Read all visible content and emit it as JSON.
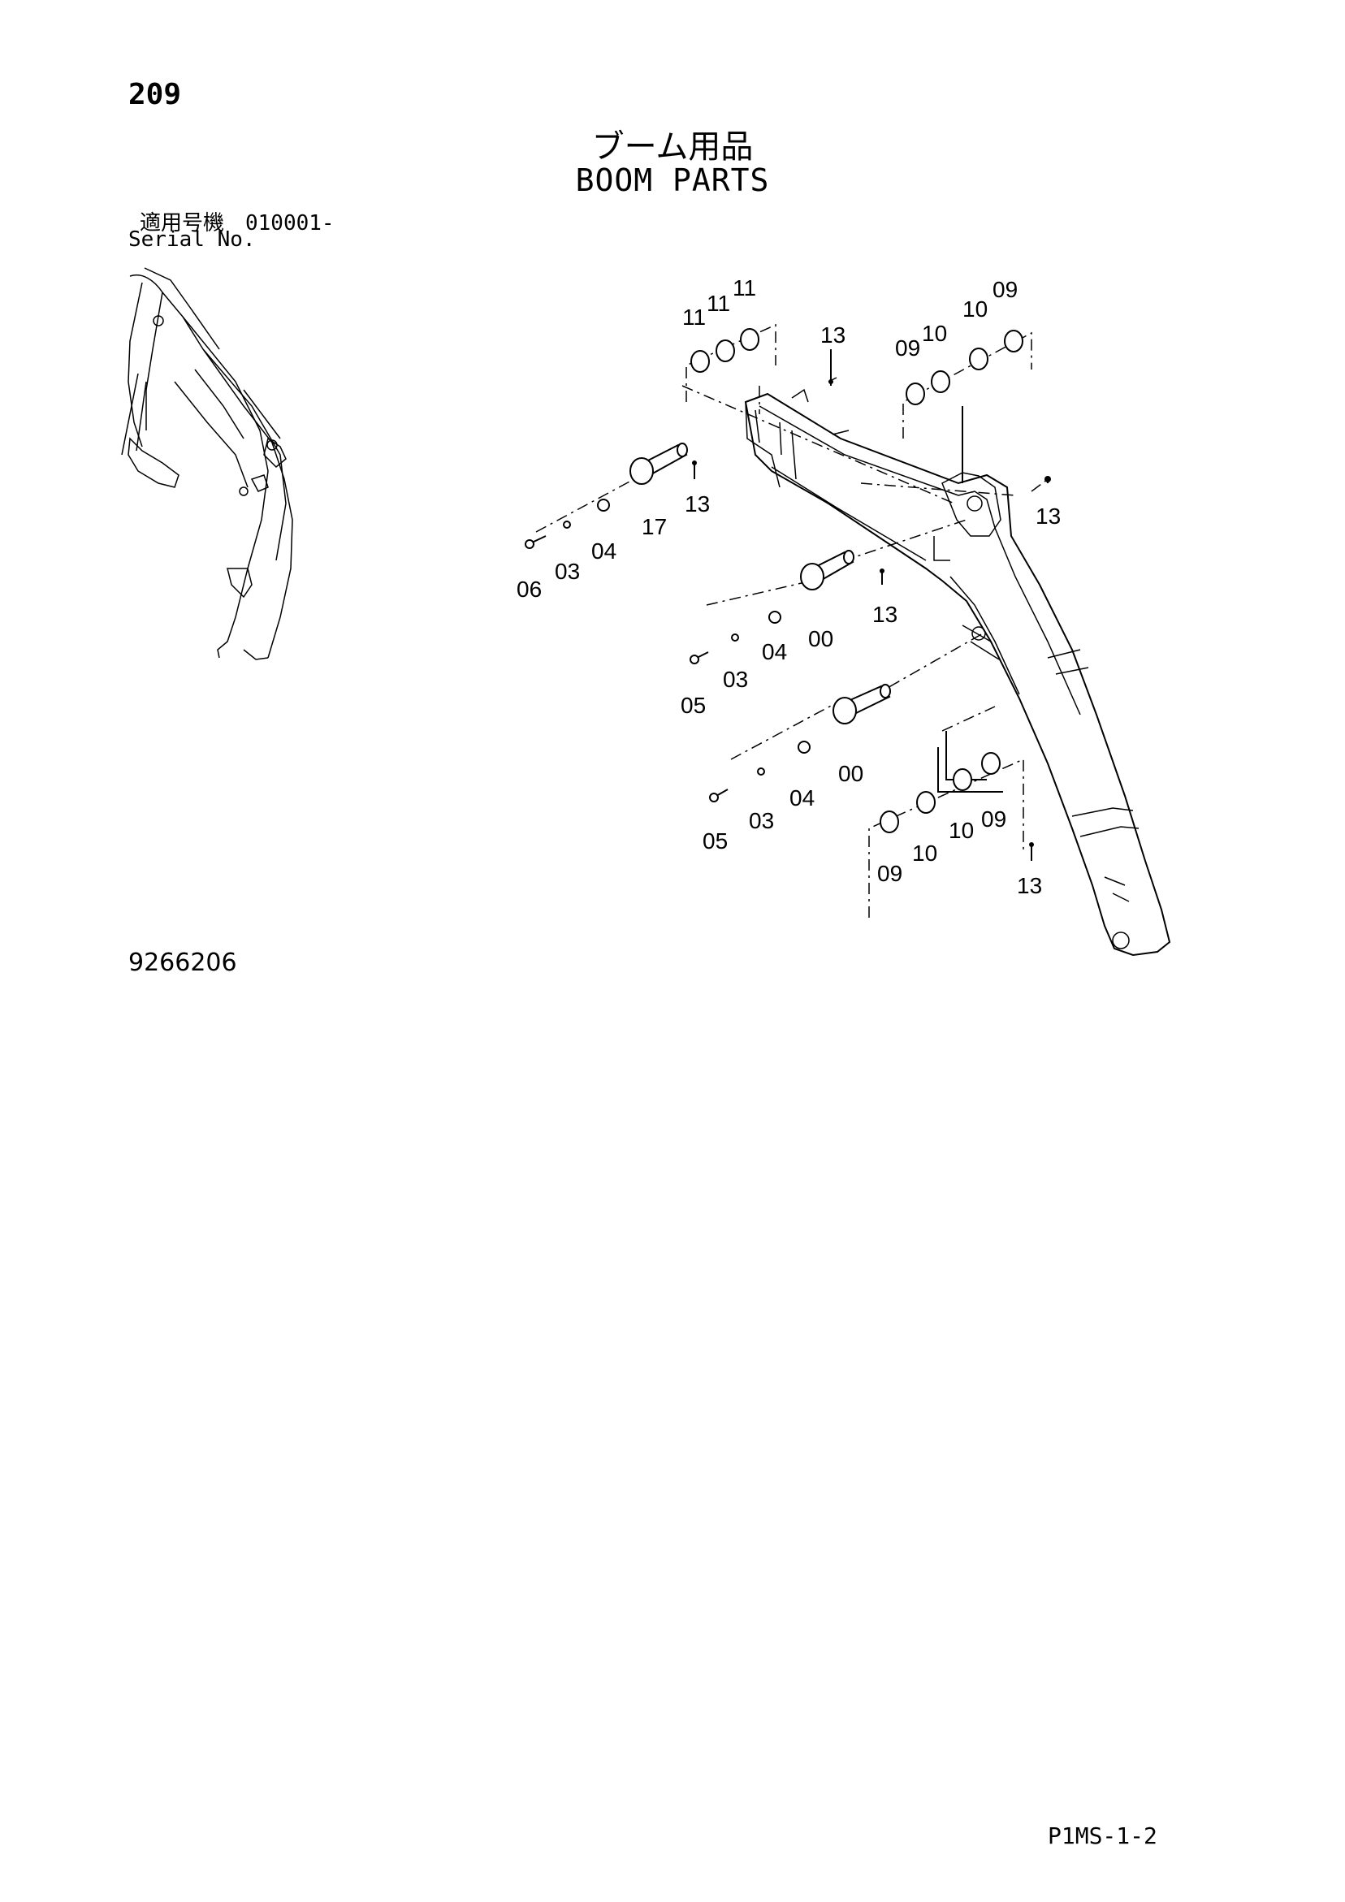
{
  "page": {
    "number": "209",
    "title_jp": "ブーム用品",
    "title_en": "BOOM PARTS",
    "serial_label_jp": "適用号機　010001-",
    "serial_label_en": "Serial No.",
    "drawing_number": "9266206",
    "sheet_code": "P1MS-1-2"
  },
  "callouts": {
    "c11a": "11",
    "c11b": "11",
    "c11c": "11",
    "c13top": "13",
    "c09a": "09",
    "c10a": "10",
    "c10b": "10",
    "c09b": "09",
    "c13right": "13",
    "c13pin1": "13",
    "c17": "17",
    "c06": "06",
    "c03a": "03",
    "c04a": "04",
    "c13mid": "13",
    "c00a": "00",
    "c04b": "04",
    "c03b": "03",
    "c05a": "05",
    "c00b": "00",
    "c04c": "04",
    "c03c": "03",
    "c05b": "05",
    "c10c": "10",
    "c09c": "09",
    "c10d": "10",
    "c09d": "09",
    "c13bottom": "13"
  }
}
